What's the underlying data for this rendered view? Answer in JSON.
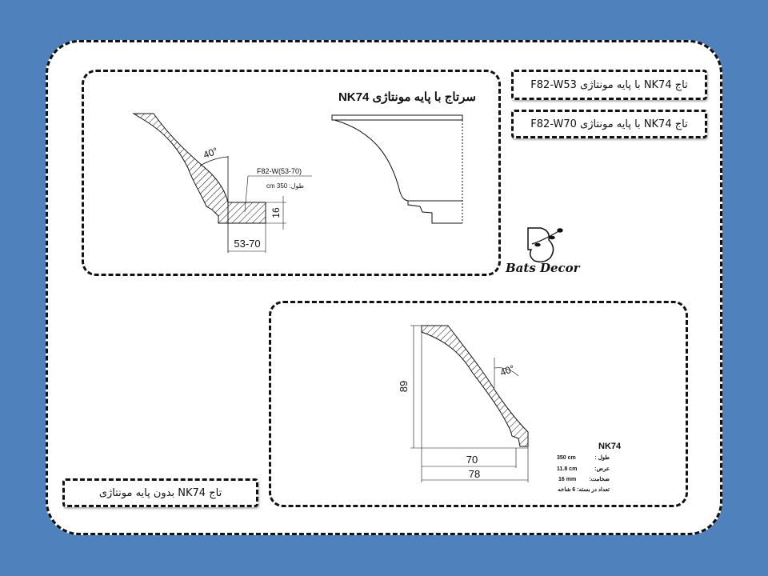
{
  "labels": {
    "w53": "تاج NK74 با پایه مونتاژی F82-W53",
    "w70": "تاج NK74 با پایه مونتاژی F82-W70",
    "no_base": "تاج NK74 بدون پایه مونتاژی"
  },
  "drawing_top": {
    "title": "سرتاج با پایه مونتاژی NK74",
    "angle": "40°",
    "part_code": "F82-W(53-70)",
    "length": "طول: 350 cm",
    "height_dim": "16",
    "width_dim": "53-70"
  },
  "drawing_bottom": {
    "angle": "40°",
    "height_dim": "89",
    "width_dim_inner": "70",
    "width_dim_outer": "78",
    "spec_title": "NK74",
    "specs": [
      {
        "label": "طول :",
        "value": "350 cm"
      },
      {
        "label": "عرض:",
        "value": "11.8 cm"
      },
      {
        "label": "ضخامت:",
        "value": "16 mm"
      }
    ],
    "pack": "تعداد در بسته: 6 شاخه"
  },
  "logo": {
    "name": "Bats Decor"
  }
}
